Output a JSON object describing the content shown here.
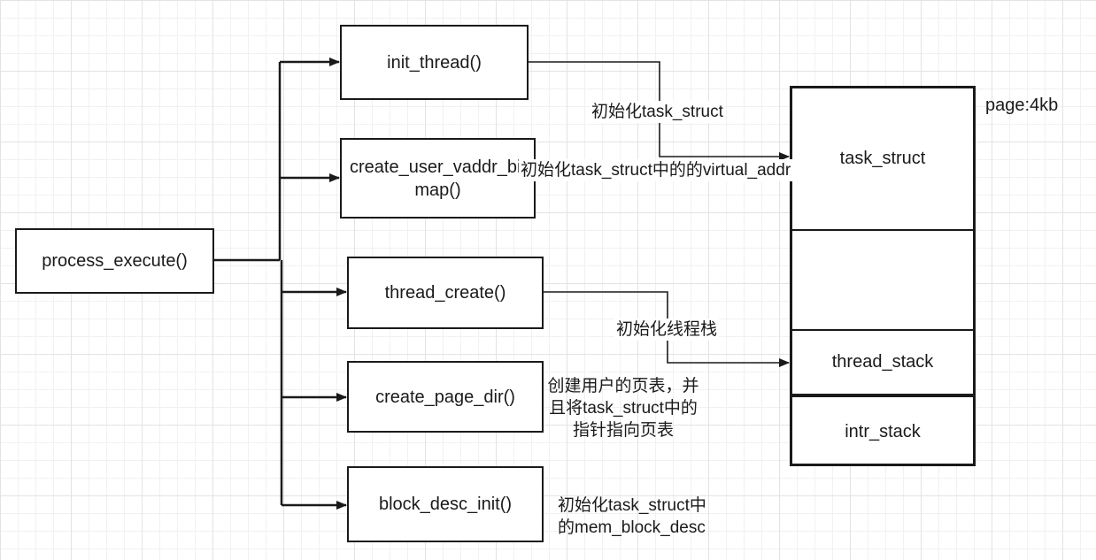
{
  "functions": {
    "process_execute": "process_execute()",
    "init_thread": "init_thread()",
    "create_user_vaddr_bitmap": "create_user_vaddr_bitmap()",
    "thread_create": "thread_create()",
    "create_page_dir": "create_page_dir()",
    "block_desc_init": "block_desc_init()"
  },
  "memory_page": {
    "size_label": "page:4kb",
    "task_struct": "task_struct",
    "empty": "",
    "thread_stack": "thread_stack",
    "intr_stack": "intr_stack"
  },
  "annotations": {
    "init_task_struct": "初始化task_struct",
    "init_virtual_addr": "初始化task_struct中的的virtual_addr",
    "init_thread_stack": "初始化线程栈",
    "create_page_dir_line1": "创建用户的页表，并",
    "create_page_dir_line2": "且将task_struct中的",
    "create_page_dir_line3": "指针指向页表",
    "block_desc_line1": "初始化task_struct中",
    "block_desc_line2": "的mem_block_desc"
  },
  "colors": {
    "line": "#1a1a1a",
    "grid": "#e3e3e3",
    "background": "#ffffff"
  }
}
